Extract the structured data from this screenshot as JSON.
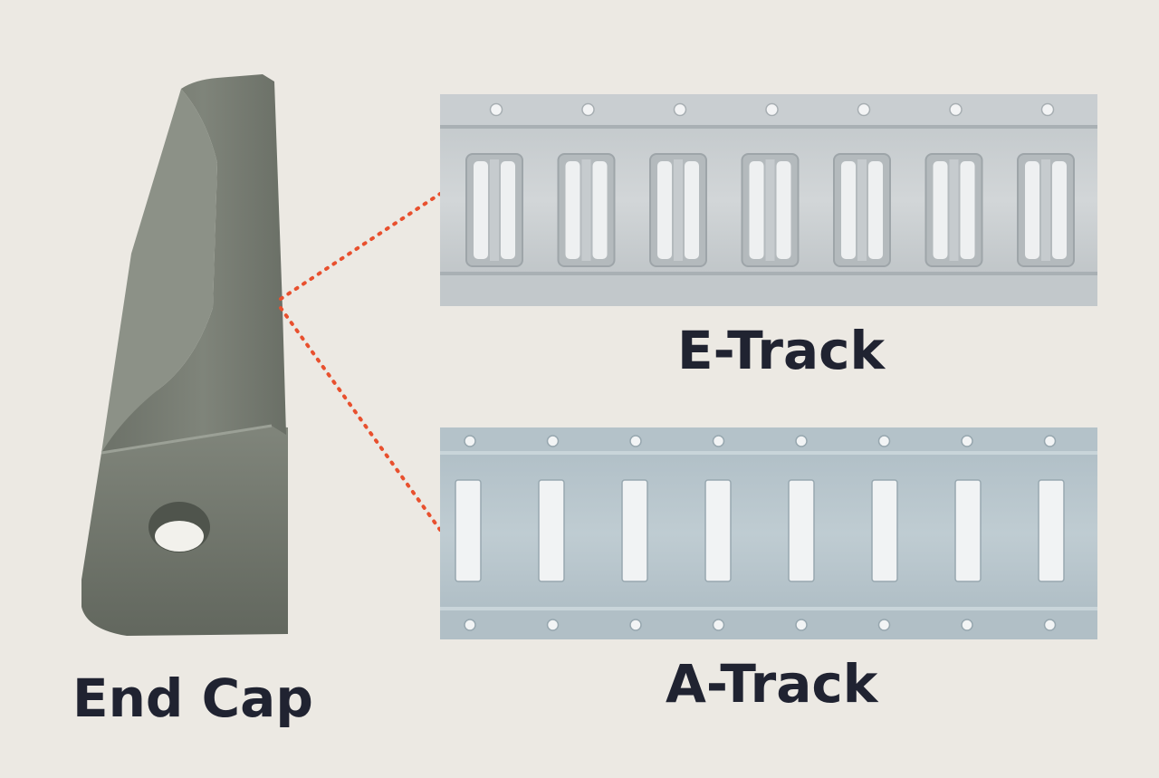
{
  "labels": {
    "end_cap": "End Cap",
    "e_track": "E-Track",
    "a_track": "A-Track"
  },
  "colors": {
    "background": "#ece9e3",
    "label_text": "#202331",
    "connector_dots": "#e8502e",
    "end_cap_body": "#757a70",
    "e_track_metal": "#c7cccf",
    "a_track_metal": "#b7c5cc"
  },
  "e_track": {
    "slot_count": 7,
    "bolt_hole_count": 7
  },
  "a_track": {
    "slot_count": 8,
    "bolt_holes_per_edge": 8
  }
}
